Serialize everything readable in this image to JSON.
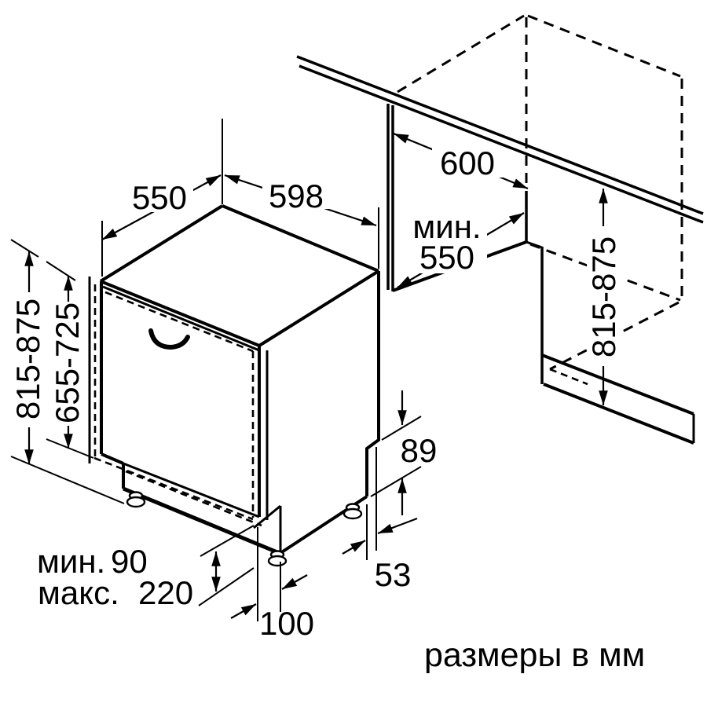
{
  "diagram": {
    "caption": "размеры в мм",
    "labels": {
      "depth_top": "550",
      "width_top": "598",
      "niche_depth": "600",
      "niche_min_prefix": "мин.",
      "niche_min_value": "550",
      "niche_height": "815-875",
      "appliance_height": "815-875",
      "door_panel_height": "655-725",
      "rear_recess_height": "89",
      "rear_recess_depth": "53",
      "plinth_min_label": "мин.",
      "plinth_min_value": "90",
      "plinth_max_label": "макс.",
      "plinth_max_value": "220",
      "toe_recess_depth": "100"
    },
    "colors": {
      "line": "#000000",
      "background": "#ffffff"
    }
  }
}
